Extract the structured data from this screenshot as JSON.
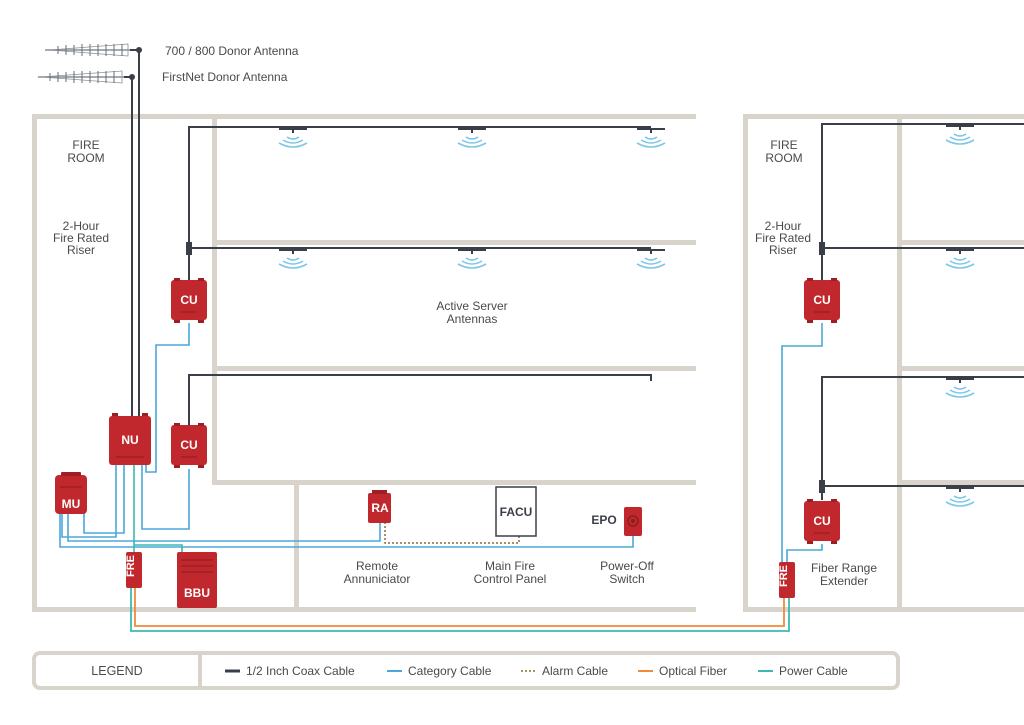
{
  "antennas": {
    "donor_700_800": "700 / 800 Donor Antenna",
    "firstnet": "FirstNet Donor  Antenna"
  },
  "building1": {
    "fire_room_line1": "FIRE",
    "fire_room_line2": "ROOM",
    "riser_line1": "2-Hour",
    "riser_line2": "Fire Rated",
    "riser_line3": "Riser",
    "active_server_line1": "Active Server",
    "active_server_line2": "Antennas",
    "remote_line1": "Remote",
    "remote_line2": "Annuniciator",
    "main_fire_line1": "Main Fire",
    "main_fire_line2": "Control Panel",
    "power_off_line1": "Power-Off",
    "power_off_line2": "Switch"
  },
  "building2": {
    "fire_room_line1": "FIRE",
    "fire_room_line2": "ROOM",
    "riser_line1": "2-Hour",
    "riser_line2": "Fire Rated",
    "riser_line3": "Riser",
    "extender_line1": "Fiber Range",
    "extender_line2": "Extender"
  },
  "devices": {
    "cu": "CU",
    "nu": "NU",
    "mu": "MU",
    "bbu": "BBU",
    "fre": "FRE",
    "ra": "RA",
    "facu": "FACU",
    "epo": "EPO"
  },
  "legend": {
    "title": "LEGEND",
    "items": [
      {
        "label": "1/2 Inch Coax Cable",
        "color": "#3a3f47"
      },
      {
        "label": "Category Cable",
        "color": "#4aa8d8"
      },
      {
        "label": "Alarm Cable",
        "color": "#8b6a3e"
      },
      {
        "label": "Optical Fiber",
        "color": "#f08a3c"
      },
      {
        "label": "Power Cable",
        "color": "#3fb8b0"
      }
    ]
  },
  "colors": {
    "coax": "#3a3f47",
    "category": "#4aa8d8",
    "alarm": "#8b6a3e",
    "fiber": "#f08a3c",
    "power": "#3fb8b0",
    "device": "#c0282d",
    "wall": "#d8d3cb"
  }
}
